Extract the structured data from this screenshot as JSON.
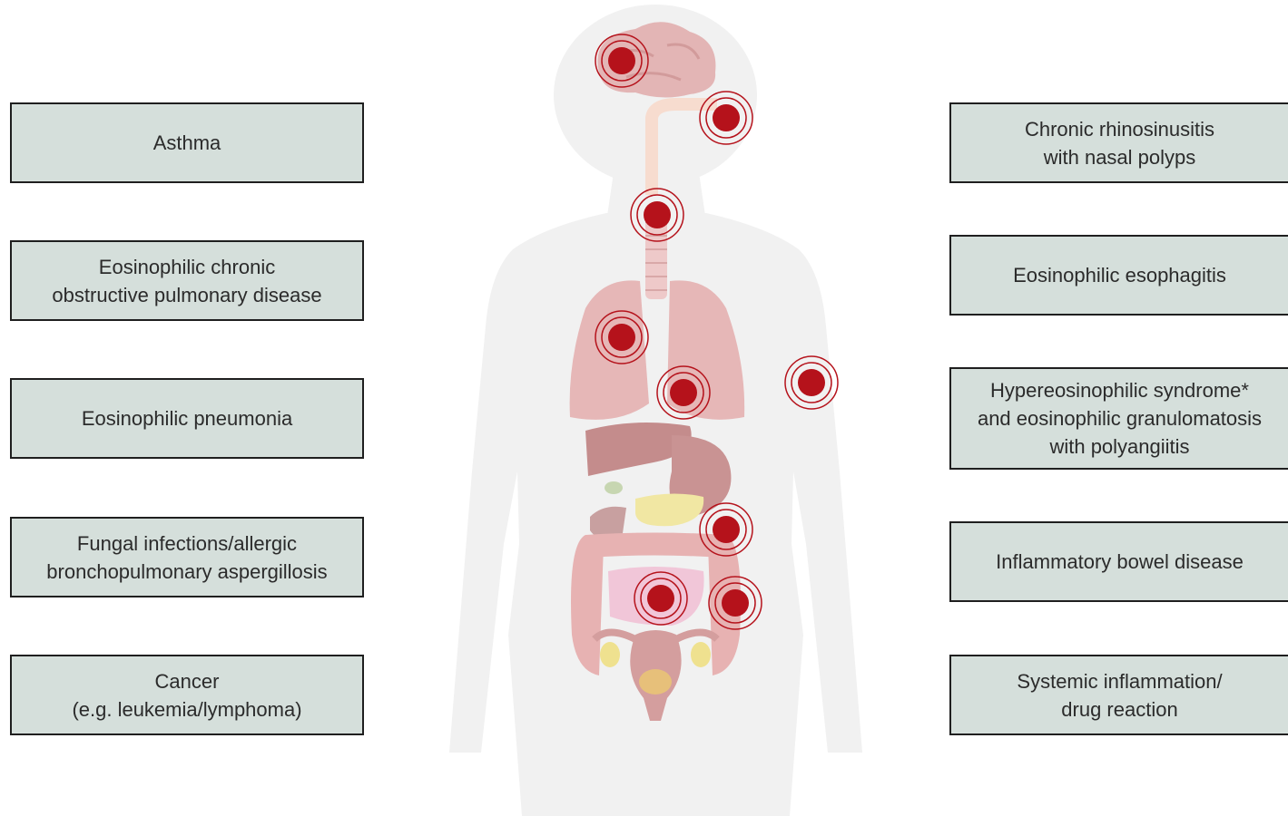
{
  "left_conditions": [
    {
      "lines": [
        "Asthma"
      ]
    },
    {
      "lines": [
        "Eosinophilic chronic",
        "obstructive pulmonary disease"
      ]
    },
    {
      "lines": [
        "Eosinophilic pneumonia"
      ]
    },
    {
      "lines": [
        "Fungal infections/allergic",
        "bronchopulmonary aspergillosis"
      ]
    },
    {
      "lines": [
        "Cancer",
        "(e.g. leukemia/lymphoma)"
      ]
    }
  ],
  "right_conditions": [
    {
      "lines": [
        "Chronic rhinosinusitis",
        "with nasal polyps"
      ]
    },
    {
      "lines": [
        "Eosinophilic esophagitis"
      ]
    },
    {
      "lines": [
        "Hypereosinophilic syndrome*",
        "and eosinophilic granulomatosis",
        "with polyangiitis"
      ]
    },
    {
      "lines": [
        "Inflammatory bowel disease"
      ]
    },
    {
      "lines": [
        "Systemic inflammation/",
        "drug reaction"
      ]
    }
  ],
  "colors": {
    "box_fill": "#d5dfdb",
    "box_border": "#1f1f1f",
    "marker_red": "#b5121b",
    "body_silhouette": "#f1f1f1",
    "organ_pink": "#e3b5b5"
  }
}
